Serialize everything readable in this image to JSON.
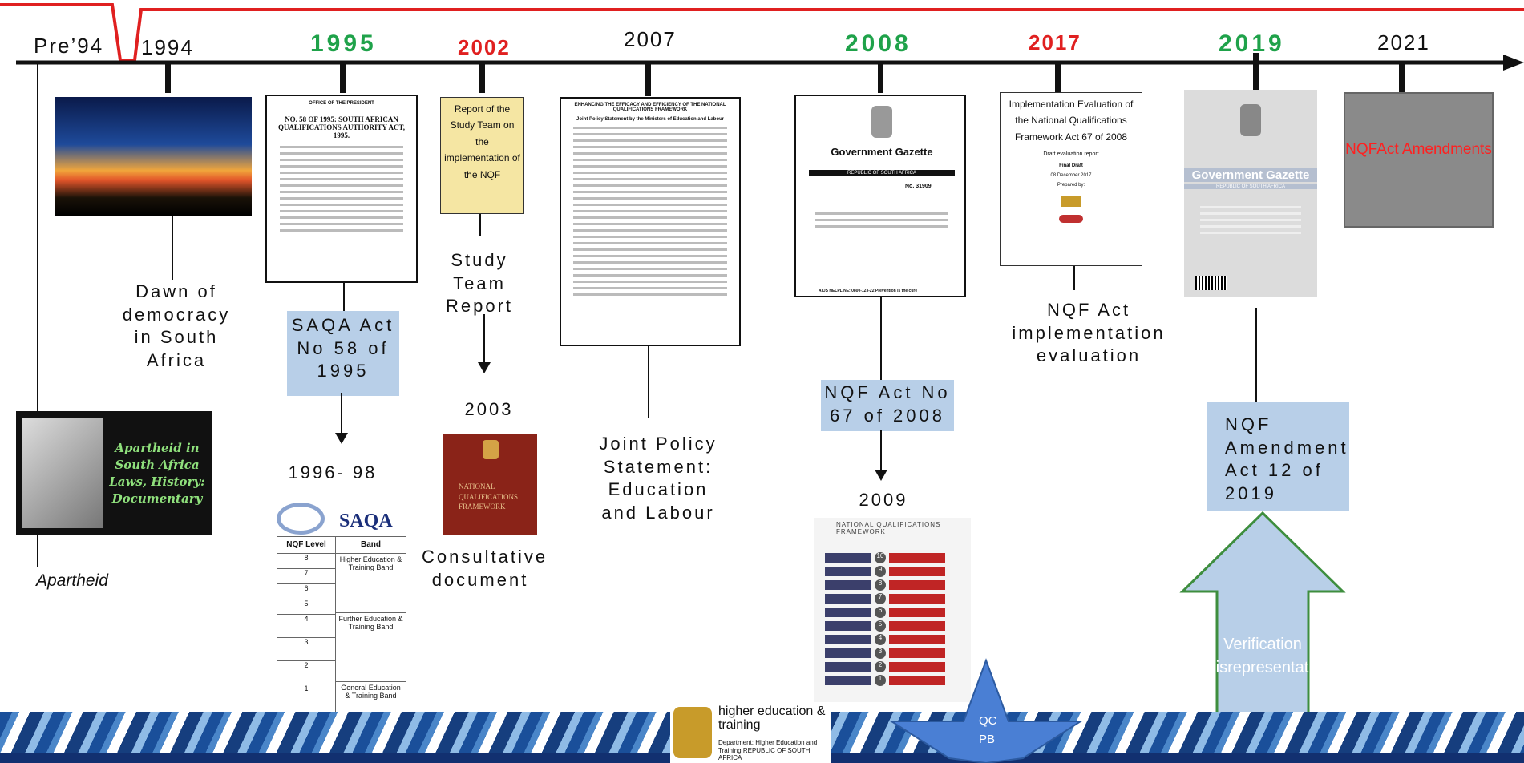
{
  "colors": {
    "timeline": "#111111",
    "red_border": "#e02020",
    "green_year": "#1fa24a",
    "red_year": "#e02020",
    "blue_box": "#b8cfe8",
    "yellow_box": "#f5e6a3",
    "gray_box": "#8a8a8a"
  },
  "years": {
    "pre94": "Pre’94",
    "y1994": "1994",
    "y1995": "1995",
    "y2002": "2002",
    "y2007": "2007",
    "y2008": "2008",
    "y2017": "2017",
    "y2019": "2019",
    "y2021": "2021",
    "y1996": "1996- 98",
    "y2003": "2003",
    "y2009": "2009"
  },
  "labels": {
    "dawn": "Dawn of democracy in South Africa",
    "apartheid": "Apartheid",
    "apartheid_poster": "Apartheid in South Africa Laws, History: Documentary",
    "study_team_report": "Study Team Report",
    "consultative": "Consultative document",
    "joint_policy": "Joint Policy Statement: Education and Labour",
    "nqf_eval": "NQF Act implementation evaluation"
  },
  "boxes": {
    "saqa_act": "SAQA Act No 58 of 1995",
    "nqf_act_2008": "NQF Act No 67 of 2008",
    "nqf_amend_2019": "NQF Amendment Act 12 of 2019",
    "nqfact_amend": "NQFAct Amendments",
    "verification": "Verification misrepresentation",
    "star": "QC PB"
  },
  "docs": {
    "act1995_header": "OFFICE OF THE PRESIDENT",
    "act1995_title": "NO. 58 OF 1995: SOUTH AFRICAN QUALIFICATIONS AUTHORITY ACT, 1995.",
    "report2002": "Report of the Study Team on the implementation of the NQF",
    "joint_title": "ENHANCING THE EFFICACY AND EFFICIENCY OF THE NATIONAL QUALIFICATIONS FRAMEWORK",
    "joint_sub": "Joint Policy Statement by the Ministers of Education and Labour",
    "gazette": "Government Gazette",
    "gazette_rsa": "REPUBLIC OF SOUTH AFRICA",
    "gazette_no": "No. 31909",
    "gazette_helpline": "AIDS HELPLINE: 0800-123-22 Prevention is the cure",
    "eval_title": "Implementation Evaluation of the National Qualifications Framework Act 67 of 2008",
    "eval_sub": "Draft evaluation report",
    "eval_final": "Final Draft",
    "eval_date": "08 December 2017",
    "eval_prep": "Prepared by:",
    "gazette2019": "Government Gazette",
    "gazette2019_rsa": "REPUBLIC OF SOUTH AFRICA",
    "consult_title": "NATIONAL QUALIFICATIONS FRAMEWORK",
    "saqa_logo": "SAQA",
    "nqf_framework_title": "NATIONAL QUALIFICATIONS FRAMEWORK"
  },
  "saqa_table": {
    "headers": [
      "NQF Level",
      "Band"
    ],
    "rows": [
      {
        "level": "8",
        "band": "Higher Education & Training Band"
      },
      {
        "level": "7",
        "band": ""
      },
      {
        "level": "6",
        "band": ""
      },
      {
        "level": "5",
        "band": ""
      },
      {
        "level": "4",
        "band": "Further Education & Training Band"
      },
      {
        "level": "3",
        "band": ""
      },
      {
        "level": "2",
        "band": ""
      },
      {
        "level": "1",
        "band": "General Education & Training Band"
      }
    ]
  },
  "nqf_levels": [
    "10",
    "9",
    "8",
    "7",
    "6",
    "5",
    "4",
    "3",
    "2",
    "1"
  ],
  "footer": {
    "dept_title": "higher education & training",
    "dept_sub": "Department: Higher Education and Training REPUBLIC OF SOUTH AFRICA"
  }
}
